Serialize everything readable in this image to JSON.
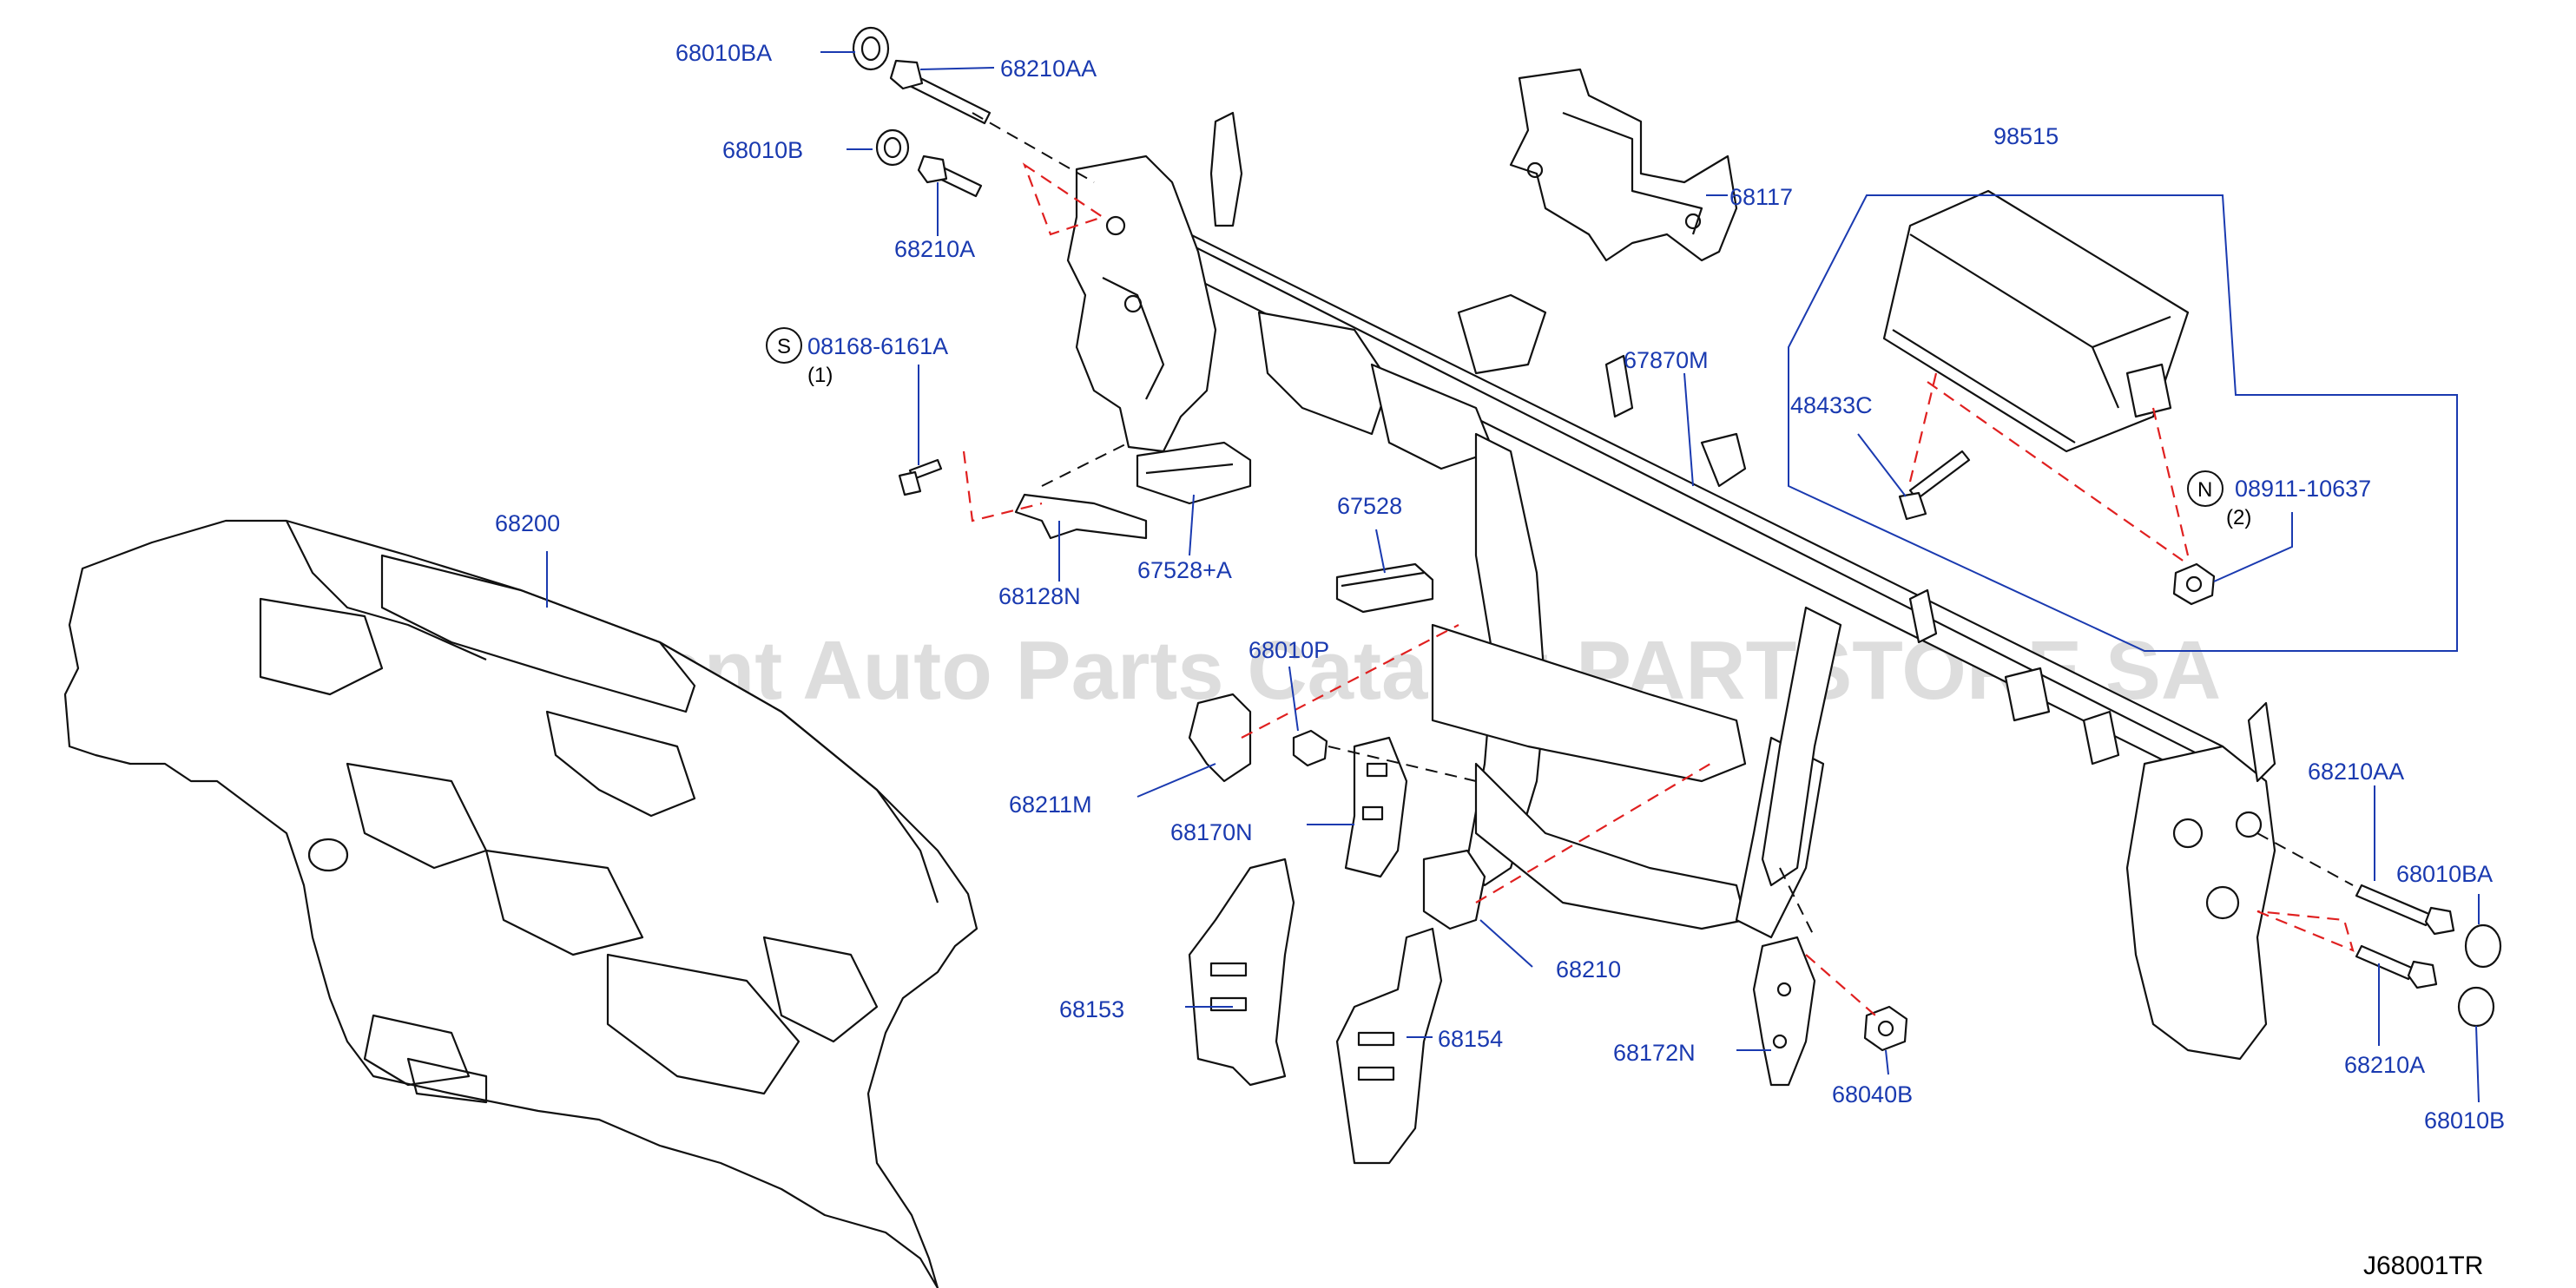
{
  "watermark": "Offers Merchant Auto Parts Catalog PARTSTORE.SA",
  "diagram_ref": "J68001TR",
  "callouts": {
    "s_letter": "S",
    "n_letter": "N"
  },
  "labels": {
    "p68010BA_top": "68010BA",
    "p68210AA_top": "68210AA",
    "p68010B_top": "68010B",
    "p68210A_top": "68210A",
    "p08168": "08168-6161A",
    "p08168_qty": "(1)",
    "p68200": "68200",
    "p68128N": "68128N",
    "p67528A": "67528+A",
    "p67528": "67528",
    "p68010P": "68010P",
    "p68211M": "68211M",
    "p68170N": "68170N",
    "p68153": "68153",
    "p68154": "68154",
    "p68210": "68210",
    "p68172N": "68172N",
    "p68040B": "68040B",
    "p68117": "68117",
    "p67870M": "67870M",
    "p98515": "98515",
    "p48433C": "48433C",
    "p08911": "08911-10637",
    "p08911_qty": "(2)",
    "p68210AA_right": "68210AA",
    "p68010BA_right": "68010BA",
    "p68210A_right": "68210A",
    "p68010B_right": "68010B"
  }
}
